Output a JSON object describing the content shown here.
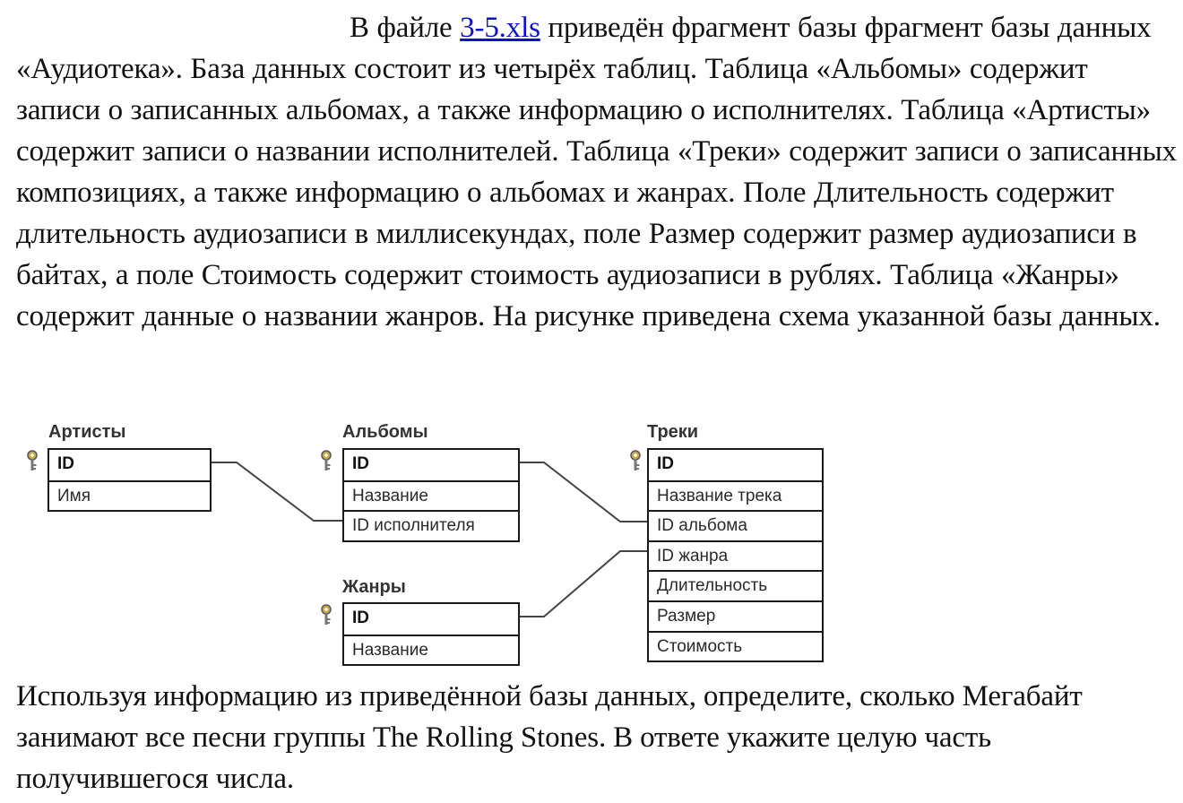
{
  "intro": {
    "before_link": "В файле ",
    "link": "3-5.xls",
    "after_link": " приведён фрагмент базы фрагмент базы данных «Аудиотека». База данных состоит из четырёх таблиц. Таблица «Альбомы» содержит записи о записанных альбомах, а также информацию о исполнителях. Таблица «Артисты» содержит записи о названии исполнителей. Таблица «Треки» содержит записи о записанных композициях, а также информацию о альбомах и жанрах. Поле Длительность содержит длительность аудиозаписи в миллисекундах, поле Размер содержит размер аудиозаписи в байтах, а поле Стоимость содержит стоимость аудиозаписи в рублях. Таблица «Жанры» содержит данные о названии жанров. На рисунке приведена схема указанной базы данных."
  },
  "schema": {
    "artists": {
      "title": "Артисты",
      "fields": [
        "ID",
        "Имя"
      ]
    },
    "albums": {
      "title": "Альбомы",
      "fields": [
        "ID",
        "Название",
        "ID исполнителя"
      ]
    },
    "genres": {
      "title": "Жанры",
      "fields": [
        "ID",
        "Название"
      ]
    },
    "tracks": {
      "title": "Треки",
      "fields": [
        "ID",
        "Название трека",
        "ID альбома",
        "ID жанра",
        "Длительность",
        "Размер",
        "Стоимость"
      ]
    }
  },
  "question": "Используя информацию из приведённой базы данных, определите, сколько Мегабайт занимают все песни группы The Rolling Stones. В ответе укажите целую часть получившегося числа."
}
